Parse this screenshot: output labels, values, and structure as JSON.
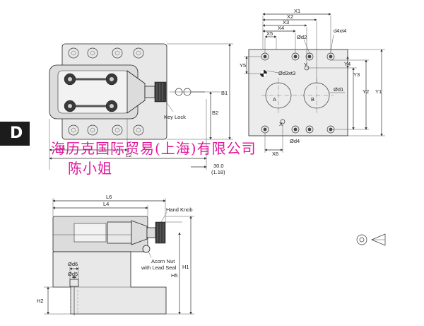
{
  "section_tab": "D",
  "watermark": {
    "line1": "海历克国际贸易(上海)有限公司",
    "line2": "陈小姐",
    "color": "#e0179a"
  },
  "top_view": {
    "callouts": {
      "key_lock": "Key Lock"
    },
    "dims": {
      "b1": "B1",
      "b2": "B2",
      "l1": "L1",
      "l2": "L2",
      "l3_mm": "30.0",
      "l3_in": "(1.18)"
    }
  },
  "port_view": {
    "dims": {
      "x1": "X1",
      "x2": "X2",
      "x3": "X3",
      "x4": "X4",
      "x5": "X5",
      "x6": "X6",
      "y1": "Y1",
      "y2": "Y2",
      "y3": "Y3",
      "y4": "Y4",
      "y5": "Y5",
      "d1": "Ød1",
      "d2": "Ød2",
      "d3": "Ød3xt3",
      "d4": "d4xt4",
      "d4b": "Ød4"
    },
    "ports": {
      "a": "A",
      "b": "B",
      "x": "X",
      "y": "Y"
    }
  },
  "side_view": {
    "callouts": {
      "hand_knob": "Hand Knob",
      "acorn_nut": "Acorn Nut",
      "lead_seal": "with Lead Seal"
    },
    "dims": {
      "l6": "L6",
      "l4": "L4",
      "h1": "H1",
      "h5": "H5",
      "h2": "H2",
      "d6": "Ød6",
      "d5": "Ød5"
    }
  }
}
